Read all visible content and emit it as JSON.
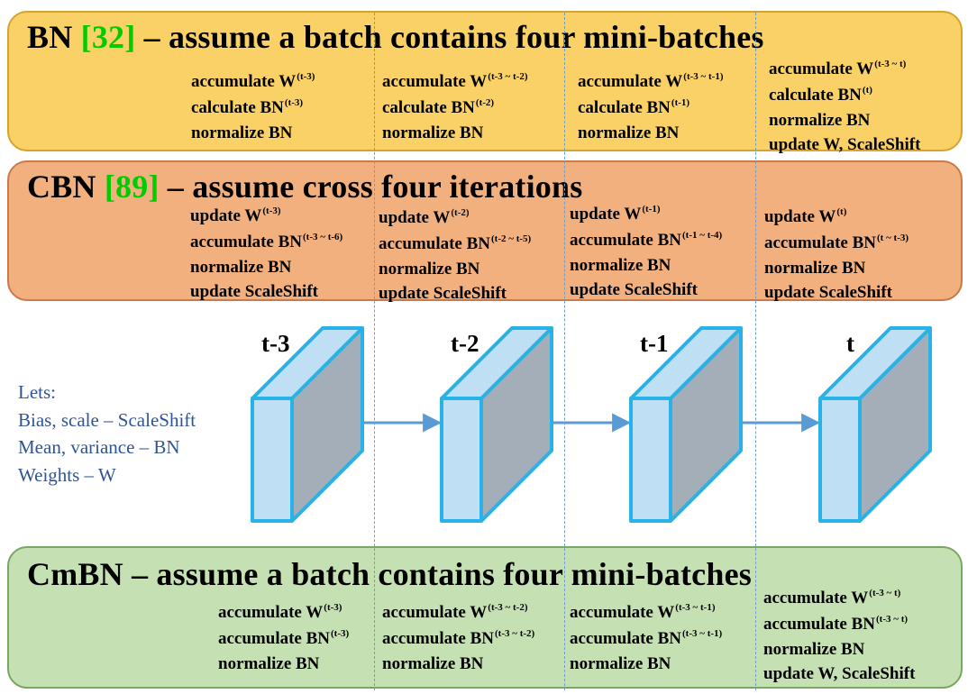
{
  "bn": {
    "title": "BN ",
    "ref": "[32]",
    "title_rest": " – assume a batch contains four mini-batches",
    "columns": [
      [
        {
          "text": "accumulate W",
          "sup": "(t-3)"
        },
        {
          "text": "calculate BN",
          "sup": "(t-3)"
        },
        {
          "text": "normalize  BN",
          "sup": ""
        }
      ],
      [
        {
          "text": "accumulate W",
          "sup": "(t-3 ~ t-2)"
        },
        {
          "text": "calculate BN",
          "sup": "(t-2)"
        },
        {
          "text": "normalize  BN",
          "sup": ""
        }
      ],
      [
        {
          "text": "accumulate W",
          "sup": "(t-3 ~ t-1)"
        },
        {
          "text": "calculate BN",
          "sup": "(t-1)"
        },
        {
          "text": "normalize  BN",
          "sup": ""
        }
      ],
      [
        {
          "text": "accumulate W",
          "sup": "(t-3 ~ t)"
        },
        {
          "text": "calculate BN",
          "sup": "(t)"
        },
        {
          "text": "normalize  BN",
          "sup": ""
        },
        {
          "text": "update W,  ScaleShift",
          "sup": ""
        }
      ]
    ]
  },
  "cbn": {
    "title": "CBN ",
    "ref": "[89]",
    "title_rest": " – assume cross four iterations",
    "columns": [
      [
        {
          "text": "update W",
          "sup": "(t-3)"
        },
        {
          "text": "accumulate BN",
          "sup": "(t-3 ~ t-6)"
        },
        {
          "text": "normalize  BN",
          "sup": ""
        },
        {
          "text": "update ScaleShift",
          "sup": ""
        }
      ],
      [
        {
          "text": "update W",
          "sup": "(t-2)"
        },
        {
          "text": "accumulate BN",
          "sup": "(t-2 ~ t-5)"
        },
        {
          "text": "normalize  BN",
          "sup": ""
        },
        {
          "text": "update ScaleShift",
          "sup": ""
        }
      ],
      [
        {
          "text": "update W",
          "sup": "(t-1)"
        },
        {
          "text": "accumulate BN",
          "sup": "(t-1 ~ t-4)"
        },
        {
          "text": "normalize  BN",
          "sup": ""
        },
        {
          "text": "update ScaleShift",
          "sup": ""
        }
      ],
      [
        {
          "text": "update W",
          "sup": "(t)"
        },
        {
          "text": "accumulate BN",
          "sup": "(t ~ t-3)"
        },
        {
          "text": "normalize  BN",
          "sup": ""
        },
        {
          "text": "update ScaleShift",
          "sup": ""
        }
      ]
    ]
  },
  "cmbn": {
    "title": "CmBN – assume a batch contains four mini-batches",
    "columns": [
      [
        {
          "text": "accumulate W",
          "sup": "(t-3)"
        },
        {
          "text": "accumulate BN",
          "sup": "(t-3)"
        },
        {
          "text": "normalize  BN",
          "sup": ""
        }
      ],
      [
        {
          "text": "accumulate W",
          "sup": "(t-3 ~ t-2)"
        },
        {
          "text": "accumulate BN",
          "sup": "(t-3 ~ t-2)"
        },
        {
          "text": "normalize  BN",
          "sup": ""
        }
      ],
      [
        {
          "text": "accumulate W",
          "sup": "(t-3 ~ t-1)"
        },
        {
          "text": "accumulate BN",
          "sup": "(t-3 ~ t-1)"
        },
        {
          "text": "normalize  BN",
          "sup": ""
        }
      ],
      [
        {
          "text": "accumulate W",
          "sup": "(t-3 ~ t)"
        },
        {
          "text": "accumulate BN",
          "sup": "(t-3 ~ t)"
        },
        {
          "text": "normalize  BN",
          "sup": ""
        },
        {
          "text": "update W,  ScaleShift",
          "sup": ""
        }
      ]
    ]
  },
  "timesteps": [
    "t-3",
    "t-2",
    "t-1",
    "t"
  ],
  "legend": [
    "Lets:",
    "Bias, scale – ScaleShift",
    "Mean, variance – BN",
    "Weights  –  W"
  ],
  "colors": {
    "bn_panel": "#fad166",
    "cbn_panel": "#f2b07f",
    "cmbn_panel": "#c5e0b3",
    "reference": "#00cc00",
    "legend_text": "#2f5596",
    "cube_front": "#bfe0f4",
    "cube_side": "#a4aeb9",
    "cube_edge": "#27b3e8",
    "arrow": "#5b9bd5"
  }
}
